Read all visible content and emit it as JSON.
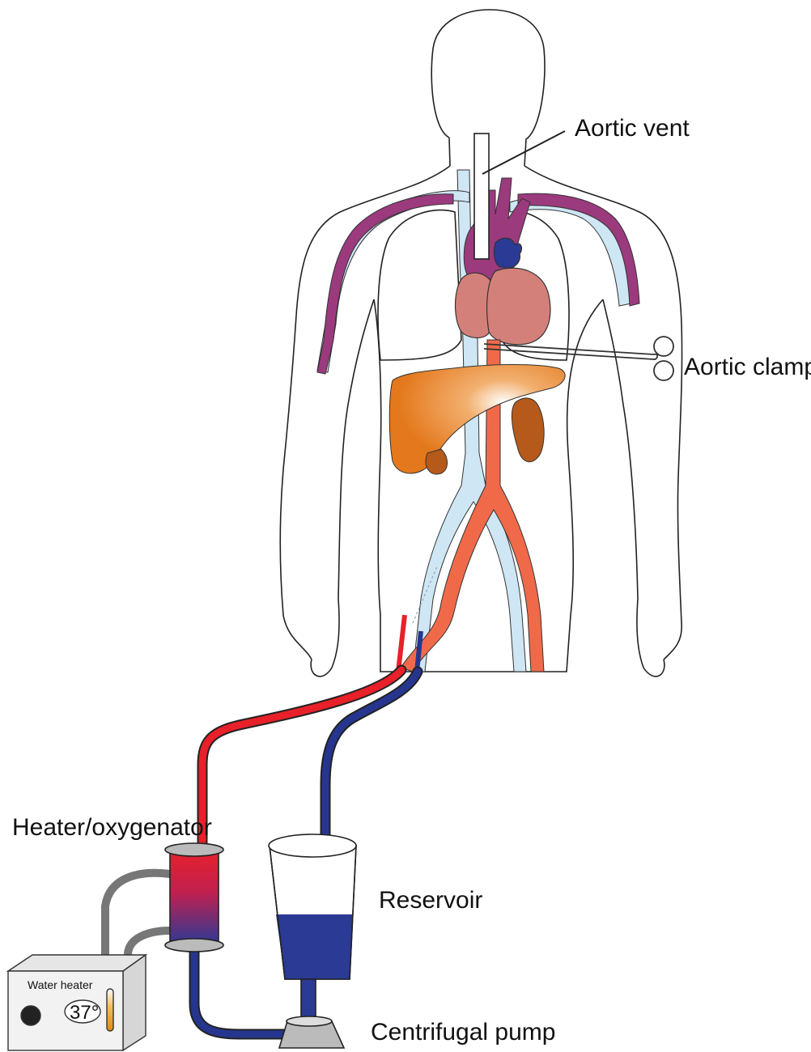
{
  "labels": {
    "aortic_vent": "Aortic vent",
    "aortic_clamp": "Aortic clamp",
    "heater_oxygenator": "Heater/oxygenator",
    "reservoir": "Reservoir",
    "centrifugal_pump": "Centrifugal pump",
    "water_heater": "Water heater",
    "temperature": "37°"
  },
  "colors": {
    "arterial": "#e8202a",
    "aorta": "#f06a4a",
    "venous": "#26368f",
    "vena_cava": "#cfe6f4",
    "heart": "#d4807a",
    "great_vessels": "#9c3a7e",
    "liver": "#e4781c",
    "kidney": "#b55a1a",
    "water_line": "#777777",
    "reservoir_fill": "#2b3a94"
  },
  "icons": [
    "body-outline",
    "heart-icon",
    "liver-icon",
    "kidney-icon",
    "clamp-icon",
    "oxygenator-icon",
    "reservoir-icon",
    "pump-icon",
    "water-heater-icon"
  ]
}
